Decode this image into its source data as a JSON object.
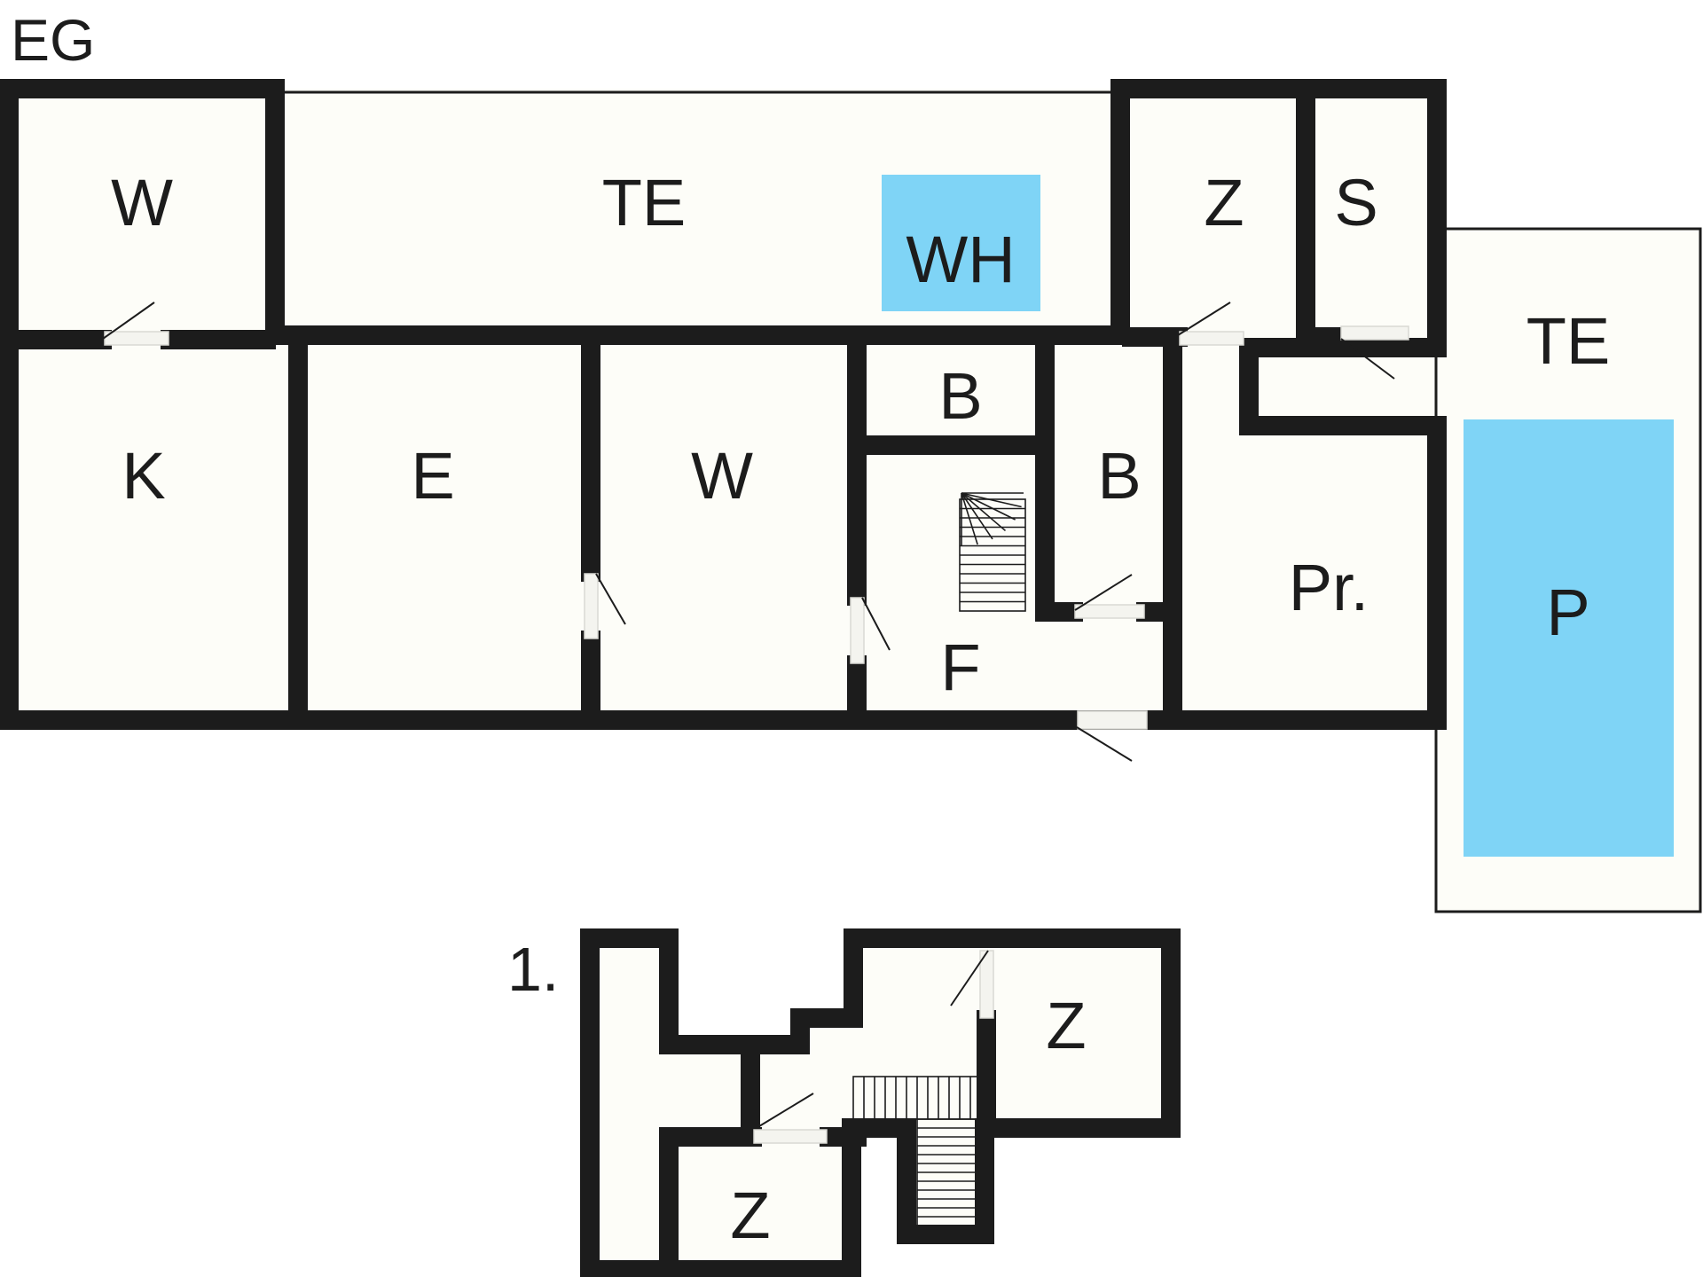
{
  "floors": [
    {
      "title": "EG",
      "rooms": [
        {
          "id": "eg-w1",
          "label": "W"
        },
        {
          "id": "eg-te1",
          "label": "TE"
        },
        {
          "id": "eg-wh",
          "label": "WH"
        },
        {
          "id": "eg-z",
          "label": "Z"
        },
        {
          "id": "eg-s",
          "label": "S"
        },
        {
          "id": "eg-te2",
          "label": "TE"
        },
        {
          "id": "eg-k",
          "label": "K"
        },
        {
          "id": "eg-e",
          "label": "E"
        },
        {
          "id": "eg-w2",
          "label": "W"
        },
        {
          "id": "eg-b1",
          "label": "B"
        },
        {
          "id": "eg-b2",
          "label": "B"
        },
        {
          "id": "eg-pr",
          "label": "Pr."
        },
        {
          "id": "eg-p",
          "label": "P"
        },
        {
          "id": "eg-f",
          "label": "F"
        }
      ]
    },
    {
      "title": "1.",
      "rooms": [
        {
          "id": "of-z1",
          "label": "Z"
        },
        {
          "id": "of-z2",
          "label": "Z"
        }
      ]
    }
  ],
  "colors": {
    "wall": "#1c1c1c",
    "room_fill": "#fdfdf8",
    "water": "#7fd4f6"
  }
}
